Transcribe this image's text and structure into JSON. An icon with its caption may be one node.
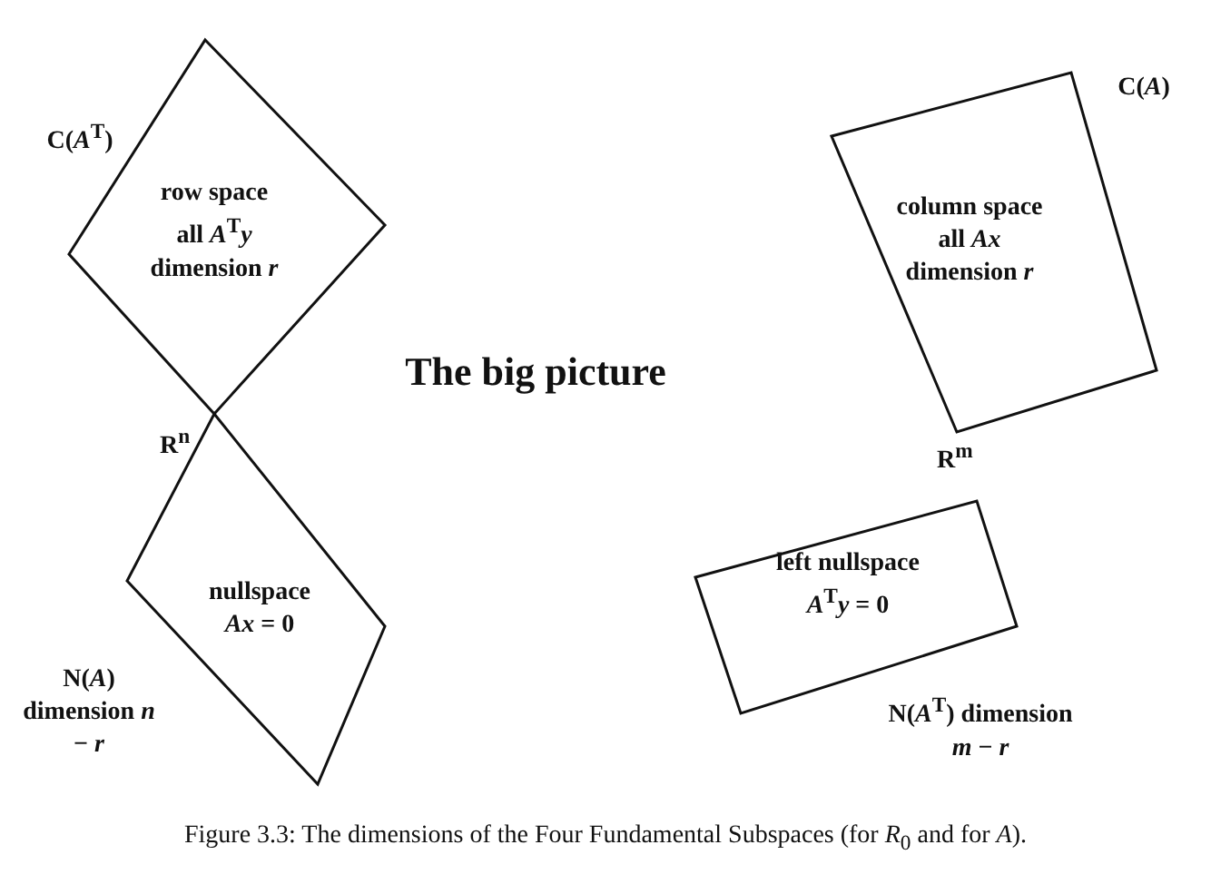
{
  "diagram": {
    "title": "The big picture",
    "caption": "Figure 3.3: The dimensions of the Four Fundamental Subspaces (for *R*$_{0}$ and for *A*).",
    "nodes": [
      {
        "text": [
          "row space all *A*$^{T}$*y* dimension *r*"
        ],
        "beside": [
          "C(*A*$^{T}$)"
        ]
      },
      {
        "text": [
          "nullspace *Ax* = 0"
        ],
        "beside": [
          "N(*A*) dimension *n* − *r*"
        ]
      },
      {
        "text": [
          "column space all *Ax* dimension *r*"
        ],
        "beside": [
          "C(*A*)"
        ]
      },
      {
        "text": [
          "left nullspace *A*$^{T}$*y* = 0"
        ],
        "beside": [
          "N(*A*$^{T}$) dimension *m* − *r*"
        ]
      }
    ],
    "edges": [],
    "labels": [
      "R$^{n}$",
      "R$^{m}$"
    ]
  }
}
